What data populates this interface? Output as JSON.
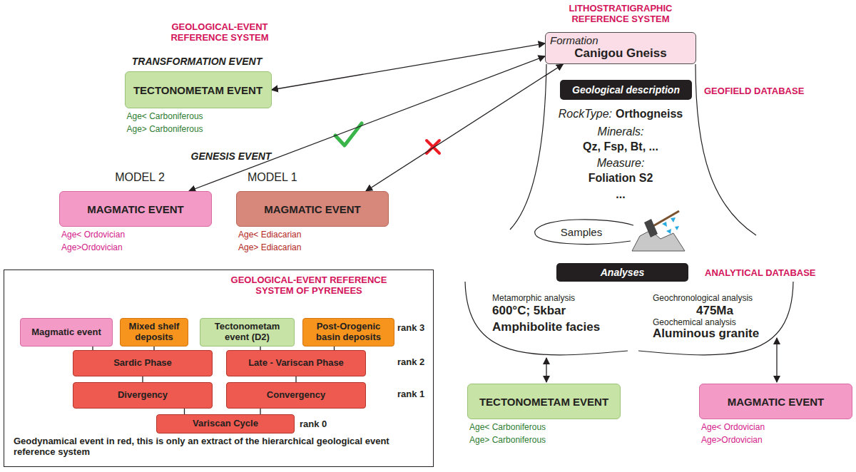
{
  "diagram": {
    "nodes": [
      {
        "text": [
          "TECTONOMETAM EVENT",
          "Age< Carboniferous",
          "Age> Carboniferous"
        ]
      },
      {
        "text": [
          "Formation",
          "Canigou Gneiss"
        ]
      },
      {
        "text": [
          "MAGMATIC EVENT",
          "Age< Ordovician",
          "Age>Ordovician"
        ]
      },
      {
        "text": [
          "MAGMATIC EVENT",
          "Age< Ediacarian",
          "Age> Ediacarian"
        ]
      },
      {
        "text": [
          "Geological description"
        ]
      },
      {
        "text": [
          "Analyses"
        ]
      },
      {
        "text": [
          "GEOLOGICAL-EVENT REFERENCE SYSTEM OF PYRENEES",
          "Geodynamical event in red, this is only an extract of the hierarchical geological event reference system"
        ]
      },
      {
        "text": [
          "Magmatic event"
        ],
        "in": 6
      },
      {
        "text": [
          "Mixed shelf deposits"
        ],
        "in": 6
      },
      {
        "text": [
          "Tectonometam event (D2)"
        ],
        "in": 6
      },
      {
        "text": [
          "Post-Orogenic basin deposits"
        ],
        "in": 6
      },
      {
        "text": [
          "Sardic Phase"
        ],
        "in": 6
      },
      {
        "text": [
          "Late - Variscan Phase"
        ],
        "in": 6
      },
      {
        "text": [
          "Divergency"
        ],
        "in": 6
      },
      {
        "text": [
          "Convergency"
        ],
        "in": 6
      },
      {
        "text": [
          "Variscan Cycle"
        ],
        "in": 6
      },
      {
        "text": [
          "TECTONOMETAM EVENT",
          "Age< Carboniferous",
          "Age> Carboniferous"
        ]
      },
      {
        "text": [
          "MAGMATIC EVENT",
          "Age< Ordovician",
          "Age>Ordovician"
        ]
      }
    ],
    "edges": [
      {
        "from": 1,
        "to": 0,
        "arrow": "both"
      },
      {
        "from": 1,
        "to": 2,
        "arrow": "both"
      },
      {
        "from": 1,
        "to": 3,
        "arrow": "both"
      },
      {
        "from": 7,
        "to": 11,
        "arrow": "none"
      },
      {
        "from": 8,
        "to": 11,
        "arrow": "none"
      },
      {
        "from": 9,
        "to": 12,
        "arrow": "none"
      },
      {
        "from": 10,
        "to": 12,
        "arrow": "none"
      },
      {
        "from": 11,
        "to": 13,
        "arrow": "none"
      },
      {
        "from": 12,
        "to": 14,
        "arrow": "none"
      },
      {
        "from": 13,
        "to": 15,
        "arrow": "none"
      },
      {
        "from": 14,
        "to": 15,
        "arrow": "none"
      }
    ],
    "labels": [
      "GEOLOGICAL-EVENT REFERENCE SYSTEM",
      "TRANSFORMATION EVENT",
      "LITHOSTRATIGRAPHIC REFERENCE SYSTEM",
      "GENESIS EVENT",
      "MODEL 2",
      "MODEL 1",
      "GEOFIELD DATABASE",
      "RockType:",
      "Orthogneiss",
      "Minerals:",
      "Qz, Fsp, Bt, ...",
      "Measure:",
      "Foliation S2",
      "...",
      "Samples",
      "ANALYTICAL DATABASE",
      "Metamorphic analysis",
      "600°C; 5kbar",
      "Amphibolite facies",
      "Geochronological analysis",
      "475Ma",
      "Geochemical analysis",
      "Aluminous granite",
      "rank 3",
      "rank 2",
      "rank 1",
      "rank 0"
    ]
  }
}
